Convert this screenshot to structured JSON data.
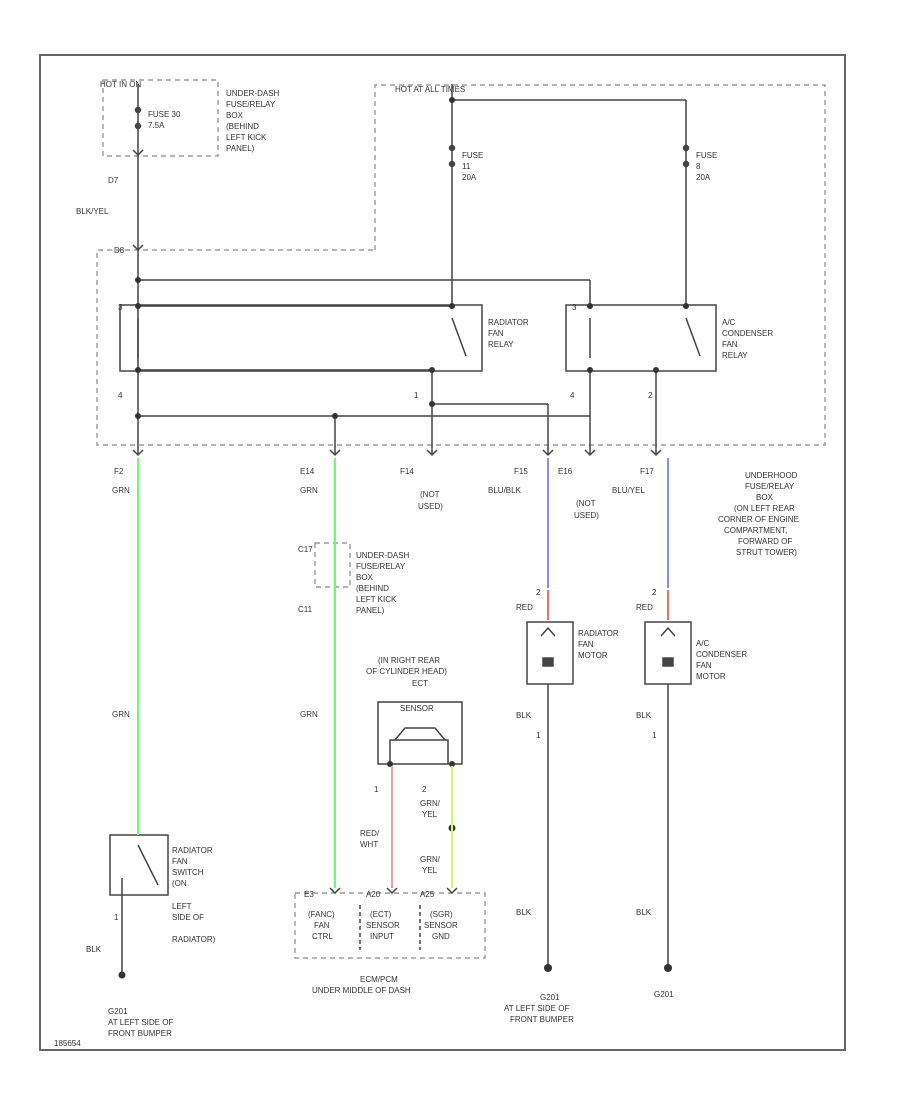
{
  "colors": {
    "wire": "#444444",
    "dash": "#888888",
    "grn": "#66ff66",
    "blue": "#8888ff",
    "red": "#ff6666",
    "yel": "#ccff66"
  },
  "labels": {
    "hot_in_on": "HOT IN ON",
    "hot_at_all_times": "HOT AT ALL TIMES",
    "fuse30": "FUSE 30",
    "fuse30_amp": "7.5A",
    "underdash_top": [
      "UNDER-DASH",
      "FUSE/RELAY",
      "BOX",
      "(BEHIND",
      "LEFT KICK",
      "PANEL)"
    ],
    "fuse11": "FUSE",
    "fuse11_num": "11",
    "fuse11_amp": "20A",
    "fuse8": "FUSE",
    "fuse8_num": "8",
    "fuse8_amp": "20A",
    "c_d7": "D7",
    "wire_blkyel": "BLK/YEL",
    "c_d8": "D8",
    "radiator_relay": [
      "RADIATOR",
      "FAN",
      "RELAY"
    ],
    "ac_relay": [
      "A/C",
      "CONDENSER",
      "FAN",
      "RELAY"
    ],
    "pin3a": "3",
    "pin4a": "4",
    "pin1a": "1",
    "pin3b": "3",
    "pin4b": "4",
    "pin2b": "2",
    "c_f2": "F2",
    "c_e14": "E14",
    "c_f14": "F14",
    "c_f15": "F15",
    "c_e16": "E16",
    "c_f17": "F17",
    "wire_grn1": "GRN",
    "wire_grn2": "GRN",
    "not_used1": [
      "(NOT",
      "USED)"
    ],
    "wire_blublk": "BLU/BLK",
    "not_used2": [
      "(NOT",
      "USED)"
    ],
    "wire_bluyel": "BLU/YEL",
    "underhood_box": [
      "UNDERHOOD",
      "FUSE/RELAY",
      "BOX",
      "(ON LEFT REAR",
      "CORNER OF ENGINE",
      "COMPARTMENT,",
      "FORWARD OF",
      "STRUT TOWER)"
    ],
    "c_c17": "C17",
    "c_c11": "C11",
    "underdash_mid": [
      "UNDER-DASH",
      "FUSE/RELAY",
      "BOX",
      "(BEHIND",
      "LEFT KICK",
      "PANEL)"
    ],
    "pin2_rad": "2",
    "pin2_ac": "2",
    "wire_red1": "RED",
    "wire_red2": "RED",
    "radiator_motor": [
      "RADIATOR",
      "FAN",
      "MOTOR"
    ],
    "ac_motor": [
      "A/C",
      "CONDENSER",
      "FAN",
      "MOTOR"
    ],
    "ect_loc": [
      "(IN RIGHT REAR",
      "OF CYLINDER HEAD)"
    ],
    "ect_name": "ECT",
    "ect_sensor": "SENSOR",
    "wire_blk_rad": "BLK",
    "wire_blk_ac": "BLK",
    "pin1_rad": "1",
    "pin1_ac": "1",
    "wire_grn3": "GRN",
    "wire_grn4": "GRN",
    "pin1_ect": "1",
    "pin2_ect": "2",
    "wire_grnyel1": [
      "GRN/",
      "YEL"
    ],
    "wire_redwht": [
      "RED/",
      "WHT"
    ],
    "wire_grnyel2": [
      "GRN/",
      "YEL"
    ],
    "radiator_switch": [
      "RADIATOR",
      "FAN",
      "SWITCH",
      "(ON",
      "LEFT",
      "SIDE OF",
      "RADIATOR)"
    ],
    "pin1_sw": "1",
    "c_e3": "E3",
    "c_a20": "A20",
    "c_a25": "A25",
    "ecm_cells": [
      [
        "(FANC)",
        "FAN",
        "CTRL"
      ],
      [
        "(ECT)",
        "SENSOR",
        "INPUT"
      ],
      [
        "(SGR)",
        "SENSOR",
        "GND"
      ]
    ],
    "wire_blk_sw": "BLK",
    "wire_blk_rad_bottom": "BLK",
    "wire_blk_ac_bottom": "BLK",
    "ecm_pcm": [
      "ECM/PCM",
      "UNDER MIDDLE OF DASH"
    ],
    "g201_left": [
      "G201",
      "AT LEFT SIDE OF",
      "FRONT BUMPER"
    ],
    "g201_mid": [
      "G201",
      "AT LEFT SIDE OF",
      "FRONT BUMPER"
    ],
    "g201_right": "G201",
    "footnote": "185654"
  }
}
